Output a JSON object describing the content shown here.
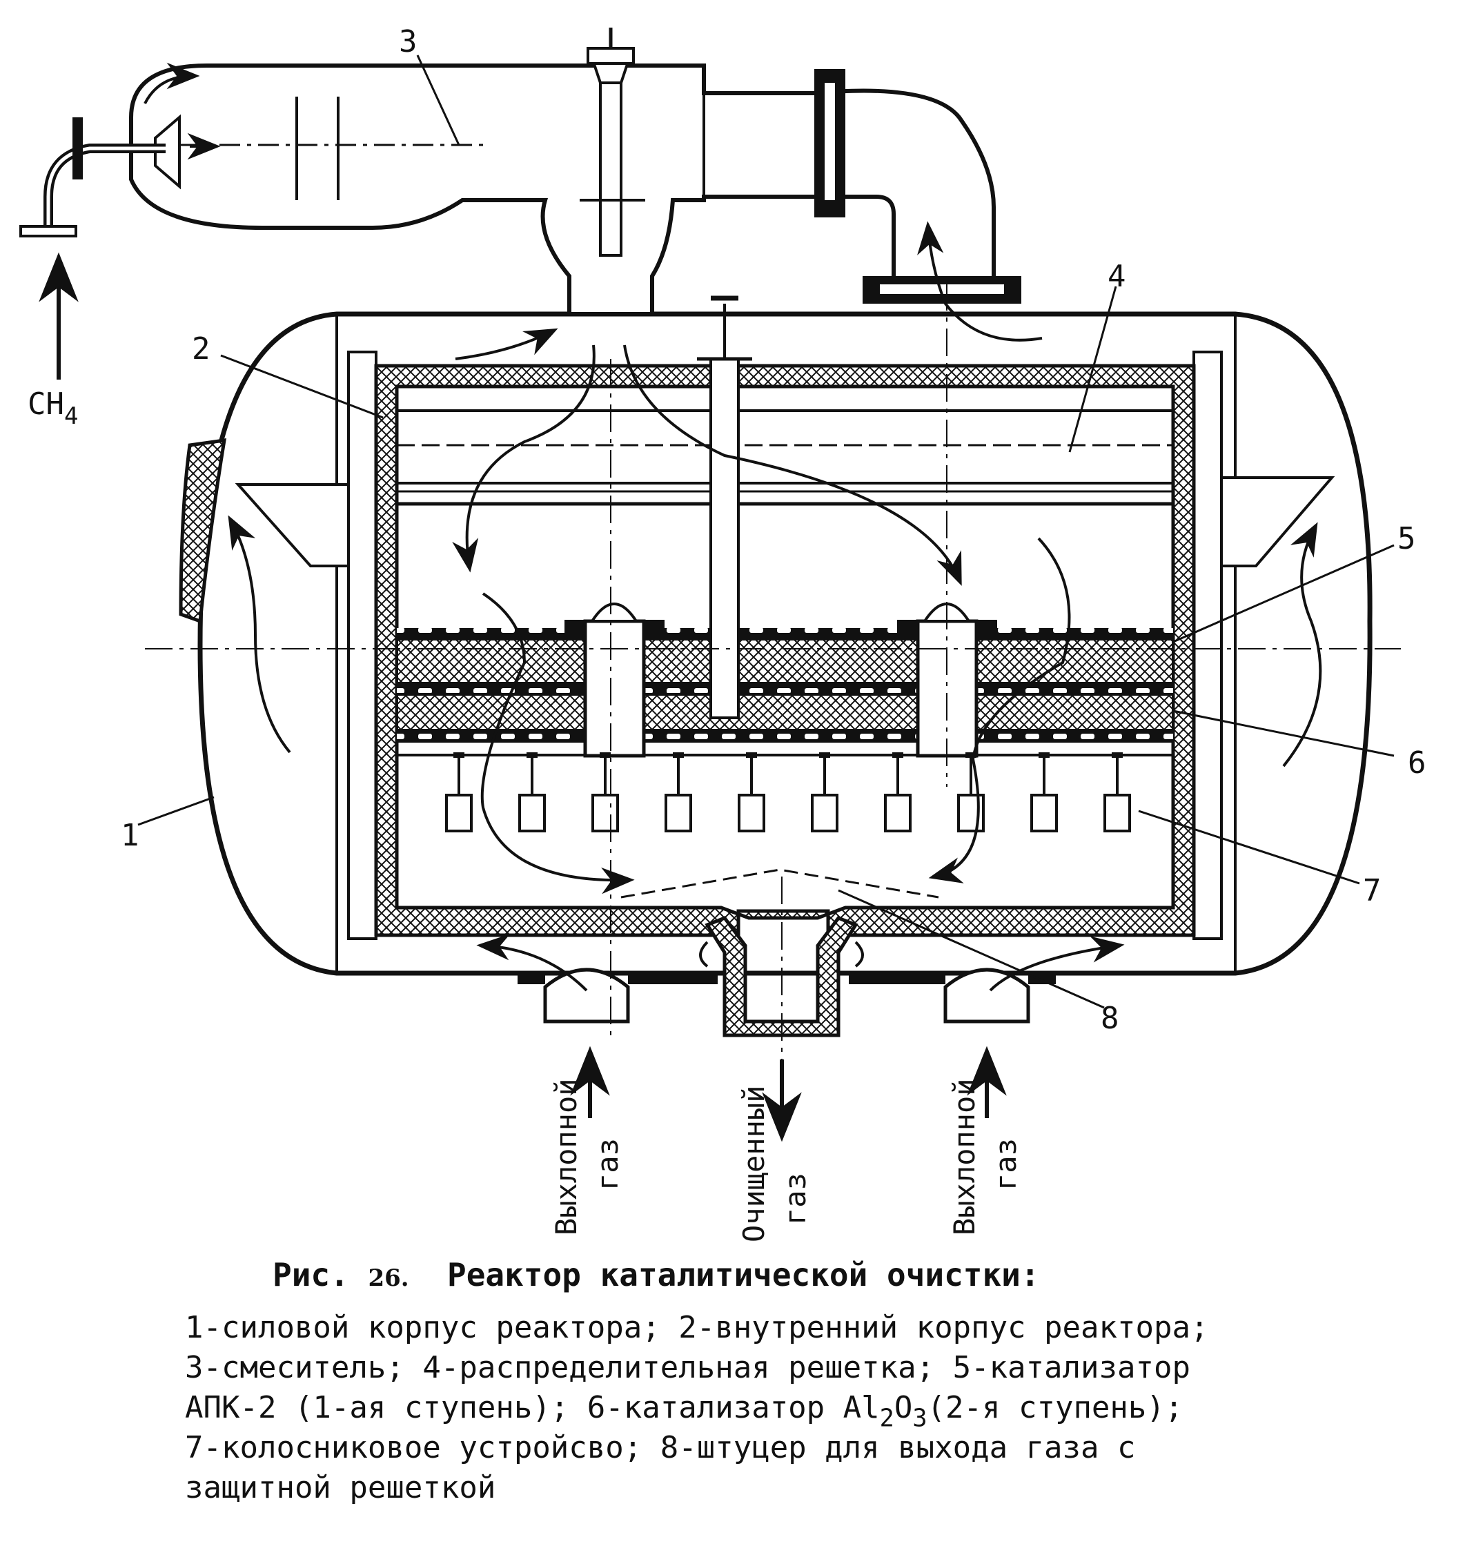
{
  "figure": {
    "number_prefix": "Рис.",
    "number": "26.",
    "title": "Реактор каталитической очистки:",
    "legend_lines": [
      "1-силовой корпус реактора; 2-внутренний корпус реактора;",
      "3-смеситель; 4-распределительная решетка; 5-катализатор",
      "АПК-2 (1-ая ступень); 6-катализатор Al",
      "7-колосниковое устройсво; 8-штуцер для выхода газа с",
      "защитной решеткой"
    ],
    "legend_line3_part2": "O",
    "legend_line3_part3": "(2-я ступень);",
    "legend_line3_sub1": "2",
    "legend_line3_sub2": "3"
  },
  "diagram": {
    "inlet_label_main": "CH",
    "inlet_label_sub": "4",
    "part_numbers": [
      "1",
      "2",
      "3",
      "4",
      "5",
      "6",
      "7",
      "8"
    ],
    "bottom_labels": {
      "exhaust_left": [
        "Выхлопной",
        "газ"
      ],
      "cleaned": [
        "Очищенный",
        "газ"
      ],
      "exhaust_right": [
        "Выхлопной",
        "газ"
      ]
    }
  },
  "colors": {
    "ink": "#111111",
    "paper": "#ffffff"
  }
}
